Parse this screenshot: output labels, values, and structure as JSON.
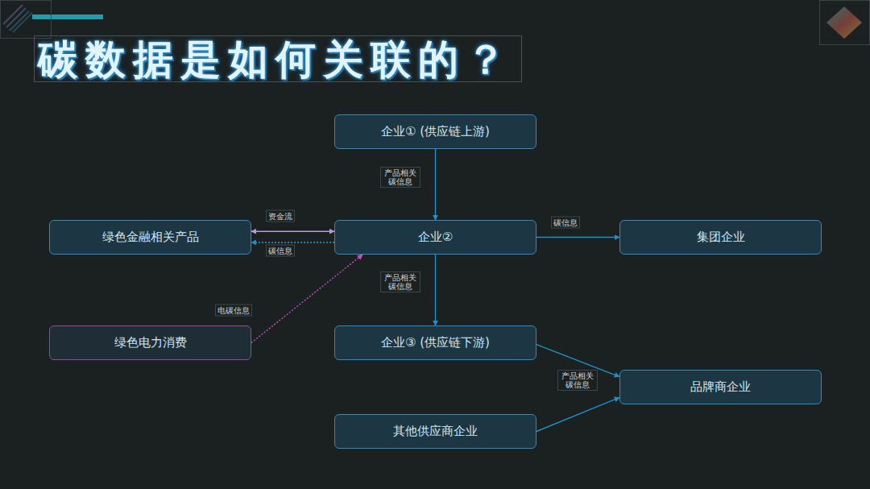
{
  "diagram": {
    "title": "碳数据是如何关联的？",
    "nodes": [
      {
        "text": [
          "企业① (供应链上游)"
        ]
      },
      {
        "text": [
          "绿色金融相关产品"
        ]
      },
      {
        "text": [
          "企业②"
        ]
      },
      {
        "text": [
          "集团企业"
        ]
      },
      {
        "text": [
          "绿色电力消费"
        ]
      },
      {
        "text": [
          "企业③ (供应链下游)"
        ]
      },
      {
        "text": [
          "品牌商企业"
        ]
      },
      {
        "text": [
          "其他供应商企业"
        ]
      }
    ],
    "edges": [
      {
        "from": 0,
        "to": 2,
        "arrow": "to",
        "label": "产品相关 碳信息"
      },
      {
        "from": 1,
        "to": 2,
        "arrow": "both",
        "label": "资金流"
      },
      {
        "from": 2,
        "to": 1,
        "arrow": "to",
        "label": "碳信息"
      },
      {
        "from": 4,
        "to": 2,
        "arrow": "to",
        "label": "电碳信息"
      },
      {
        "from": 2,
        "to": 3,
        "arrow": "to",
        "label": "碳信息"
      },
      {
        "from": 2,
        "to": 5,
        "arrow": "to",
        "label": "产品相关 碳信息"
      },
      {
        "from": 5,
        "to": 6,
        "arrow": "to",
        "label": "产品相关 碳信息"
      },
      {
        "from": 7,
        "to": 6,
        "arrow": "to"
      }
    ]
  }
}
